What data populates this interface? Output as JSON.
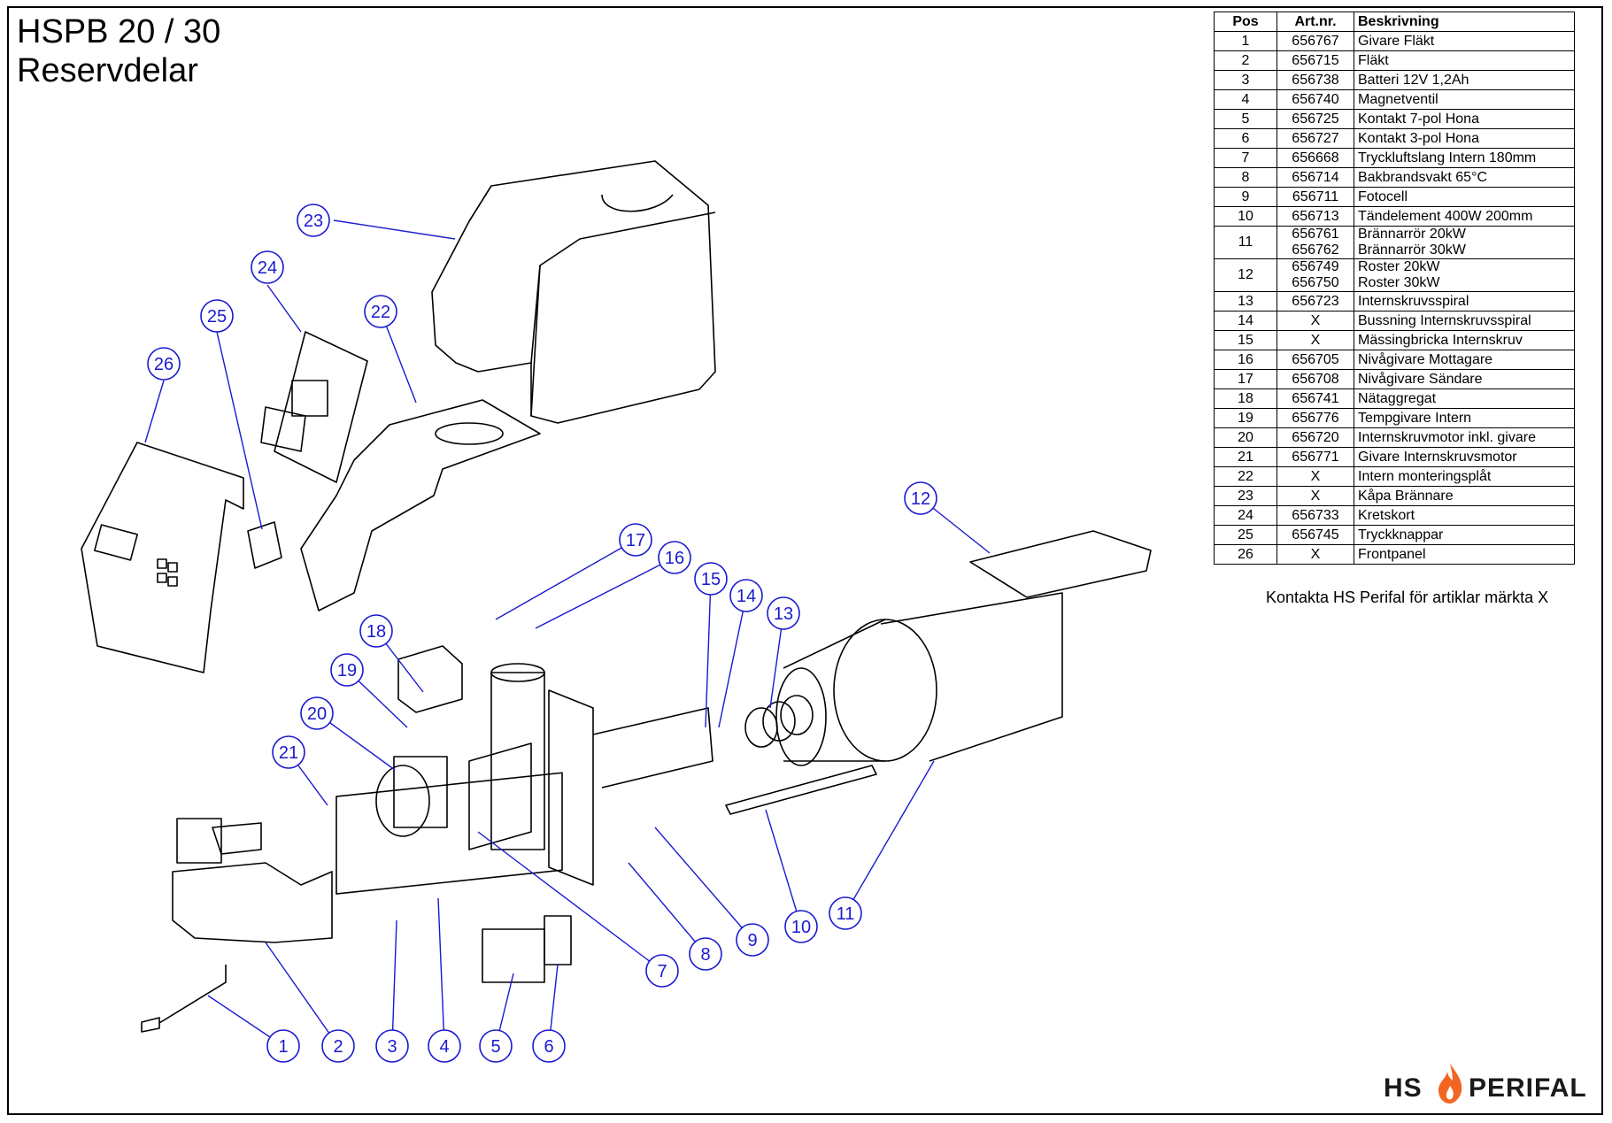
{
  "title": {
    "line1": "HSPB 20 / 30",
    "line2": "Reservdelar"
  },
  "table": {
    "headers": {
      "pos": "Pos",
      "art": "Art.nr.",
      "desc": "Beskrivning"
    },
    "rows": [
      {
        "pos": "1",
        "art": "656767",
        "desc": "Givare Fläkt"
      },
      {
        "pos": "2",
        "art": "656715",
        "desc": "Fläkt"
      },
      {
        "pos": "3",
        "art": "656738",
        "desc": "Batteri 12V 1,2Ah"
      },
      {
        "pos": "4",
        "art": "656740",
        "desc": "Magnetventil"
      },
      {
        "pos": "5",
        "art": "656725",
        "desc": "Kontakt 7-pol Hona"
      },
      {
        "pos": "6",
        "art": "656727",
        "desc": "Kontakt 3-pol Hona"
      },
      {
        "pos": "7",
        "art": "656668",
        "desc": "Tryckluftslang Intern 180mm"
      },
      {
        "pos": "8",
        "art": "656714",
        "desc": "Bakbrandsvakt 65°C"
      },
      {
        "pos": "9",
        "art": "656711",
        "desc": "Fotocell"
      },
      {
        "pos": "10",
        "art": "656713",
        "desc": "Tändelement 400W 200mm"
      },
      {
        "pos": "11",
        "art": "656761",
        "desc": "Brännarrör 20kW",
        "art2": "656762",
        "desc2": "Brännarrör 30kW"
      },
      {
        "pos": "12",
        "art": "656749",
        "desc": "Roster 20kW",
        "art2": "656750",
        "desc2": "Roster 30kW"
      },
      {
        "pos": "13",
        "art": "656723",
        "desc": "Internskruvsspiral"
      },
      {
        "pos": "14",
        "art": "X",
        "desc": "Bussning Internskruvsspiral"
      },
      {
        "pos": "15",
        "art": "X",
        "desc": "Mässingbricka Internskruv"
      },
      {
        "pos": "16",
        "art": "656705",
        "desc": "Nivågivare Mottagare"
      },
      {
        "pos": "17",
        "art": "656708",
        "desc": "Nivågivare Sändare"
      },
      {
        "pos": "18",
        "art": "656741",
        "desc": "Nätaggregat"
      },
      {
        "pos": "19",
        "art": "656776",
        "desc": "Tempgivare Intern"
      },
      {
        "pos": "20",
        "art": "656720",
        "desc": "Internskruvmotor inkl. givare"
      },
      {
        "pos": "21",
        "art": "656771",
        "desc": "Givare Internskruvsmotor"
      },
      {
        "pos": "22",
        "art": "X",
        "desc": "Intern monteringsplåt"
      },
      {
        "pos": "23",
        "art": "X",
        "desc": "Kåpa Brännare"
      },
      {
        "pos": "24",
        "art": "656733",
        "desc": "Kretskort"
      },
      {
        "pos": "25",
        "art": "656745",
        "desc": "Tryckknappar"
      },
      {
        "pos": "26",
        "art": "X",
        "desc": "Frontpanel"
      }
    ]
  },
  "note": "Kontakta HS Perifal för artiklar märkta X",
  "callouts": [
    "1",
    "2",
    "3",
    "4",
    "5",
    "6",
    "7",
    "8",
    "9",
    "10",
    "11",
    "12",
    "13",
    "14",
    "15",
    "16",
    "17",
    "18",
    "19",
    "20",
    "21",
    "22",
    "23",
    "24",
    "25",
    "26"
  ],
  "logo": {
    "left": "HS",
    "right": "PERIFAL",
    "flame_color": "#f26522"
  },
  "colors": {
    "callout": "#1a1ad0",
    "line": "#000000"
  }
}
